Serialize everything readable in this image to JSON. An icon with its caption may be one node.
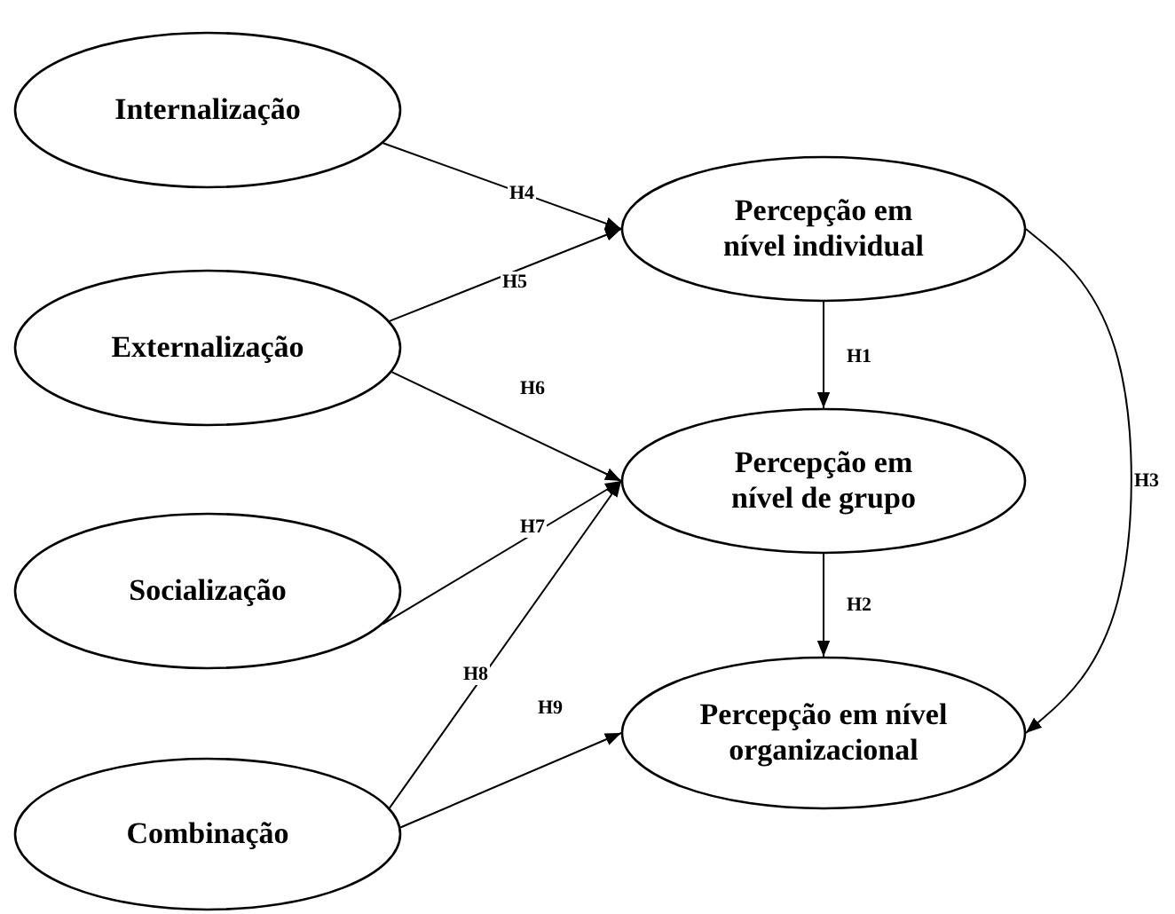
{
  "diagram": {
    "nodes": [
      {
        "text": [
          "Internalização"
        ]
      },
      {
        "text": [
          "Externalização"
        ]
      },
      {
        "text": [
          "Socialização"
        ]
      },
      {
        "text": [
          "Combinação"
        ]
      },
      {
        "text": [
          "Percepção em nível individual"
        ]
      },
      {
        "text": [
          "Percepção em nível de grupo"
        ]
      },
      {
        "text": [
          "Percepção em nível organizacional"
        ]
      }
    ],
    "edges": [
      {
        "from": 0,
        "to": 4,
        "arrow": "to",
        "label": "H4"
      },
      {
        "from": 1,
        "to": 4,
        "arrow": "to",
        "label": "H5"
      },
      {
        "from": 1,
        "to": 5,
        "arrow": "to",
        "label": "H6"
      },
      {
        "from": 2,
        "to": 5,
        "arrow": "to",
        "label": "H7"
      },
      {
        "from": 3,
        "to": 5,
        "arrow": "to",
        "label": "H8"
      },
      {
        "from": 3,
        "to": 6,
        "arrow": "to",
        "label": "H9"
      },
      {
        "from": 4,
        "to": 5,
        "arrow": "to",
        "label": "H1"
      },
      {
        "from": 5,
        "to": 6,
        "arrow": "to",
        "label": "H2"
      },
      {
        "from": 4,
        "to": 6,
        "arrow": "to",
        "label": "H3"
      }
    ]
  }
}
